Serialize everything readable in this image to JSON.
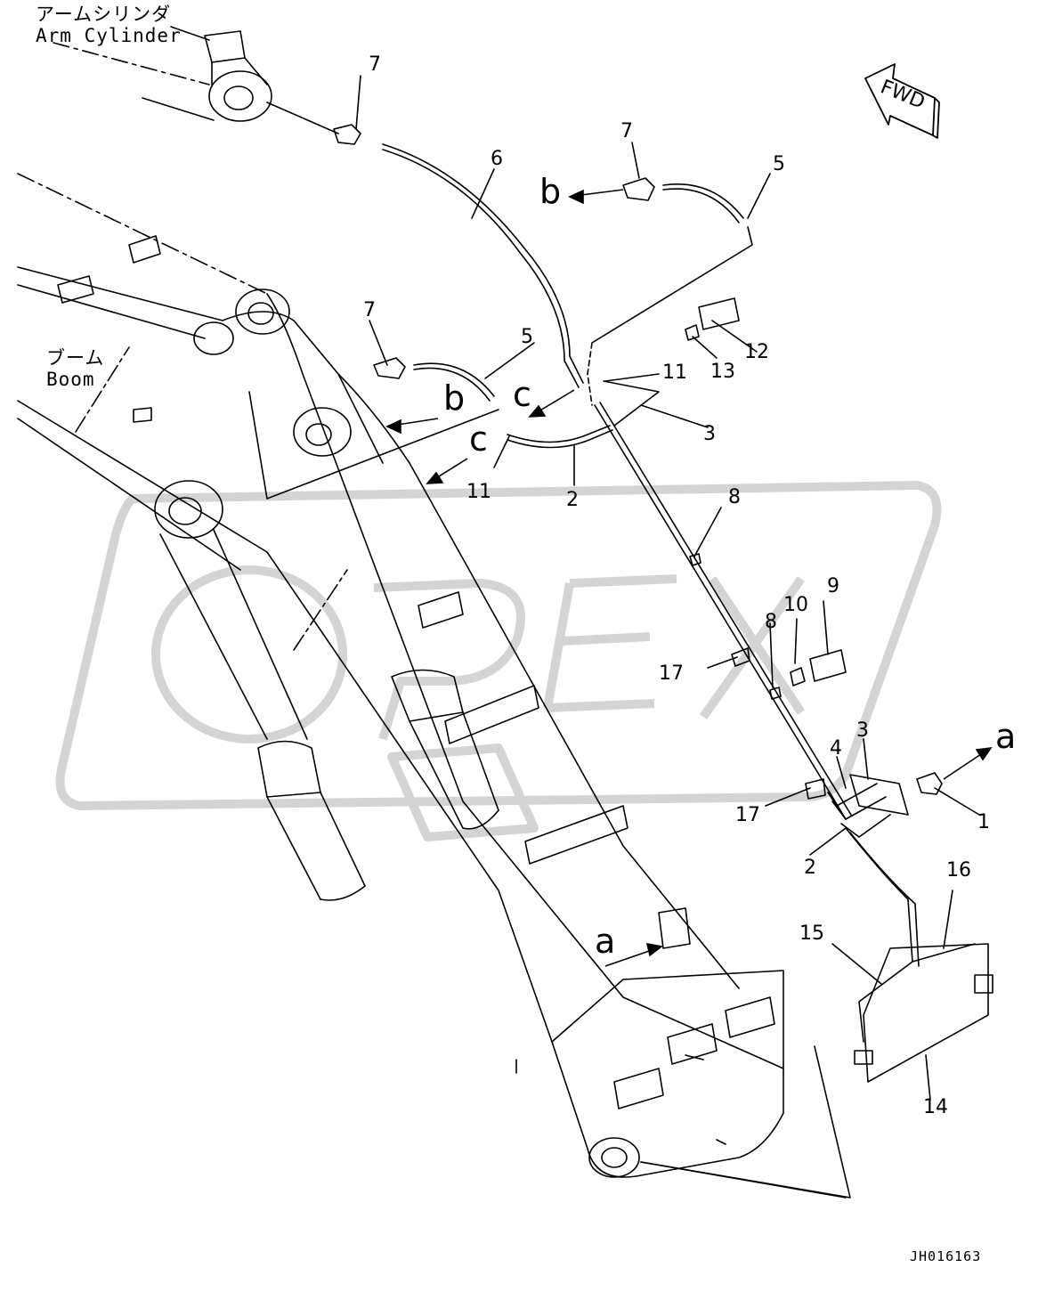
{
  "components": {
    "arm_cylinder_jp": "アームシリンダ",
    "arm_cylinder_en": "Arm Cylinder",
    "boom_jp": "ブーム",
    "boom_en": "Boom"
  },
  "fwd_label": "FWD",
  "watermark": "OPEX",
  "drawing_code": "JH016163",
  "view_markers": [
    "a",
    "a",
    "b",
    "b",
    "c",
    "c"
  ],
  "callouts": {
    "c1": "1",
    "c2a": "2",
    "c2b": "2",
    "c3a": "3",
    "c3b": "3",
    "c4": "4",
    "c5a": "5",
    "c5b": "5",
    "c6": "6",
    "c7a": "7",
    "c7b": "7",
    "c7c": "7",
    "c8a": "8",
    "c8b": "8",
    "c9": "9",
    "c10": "10",
    "c11a": "11",
    "c11b": "11",
    "c12": "12",
    "c13": "13",
    "c14": "14",
    "c15": "15",
    "c16": "16",
    "c17a": "17",
    "c17b": "17"
  },
  "colors": {
    "line": "#000000",
    "background": "#ffffff",
    "watermark": "#d9d9d9"
  }
}
